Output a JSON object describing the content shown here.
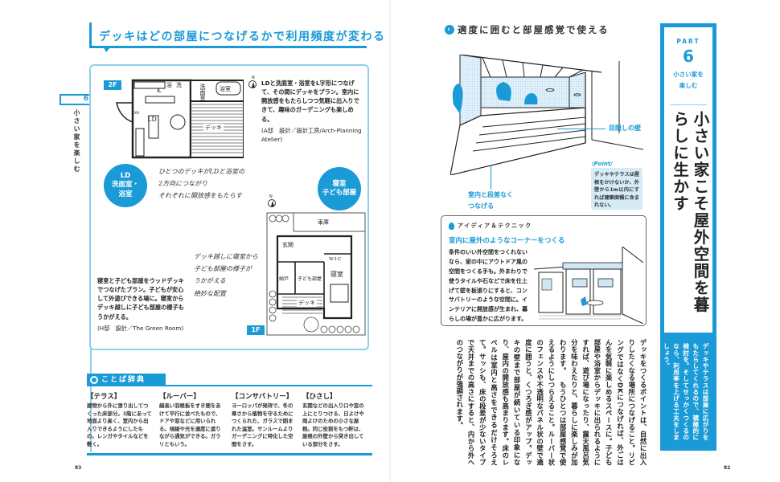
{
  "left_page": {
    "page_number": "83",
    "side_tab": {
      "number": "6",
      "label": "小さい家を楽しむ"
    },
    "heading": "デッキはどの部屋につなげるかで利用頻度が変わる",
    "plan_2f": {
      "floor_tag": "2F",
      "badge_lines": [
        "LD",
        "洗面室・",
        "浴室"
      ],
      "rooms": {
        "k": "K",
        "ld": "LD",
        "bath1": "浴",
        "bath2": "洗",
        "washroom": "洗面室",
        "bathroom": "浴室",
        "deck": "デッキ",
        "dn": "DN"
      },
      "caption": "LDと洗面室・浴室をL字形につなげて、その間にデッキをプラン。室内に開放感をもたらしつつ気軽に出入りできて、趣味のガーデニングも楽しめる。",
      "credit": "(A邸　設計／設計工房/Arch-Planning Atelier)",
      "handnote": [
        "ひとつのデッキがLDと浴室の",
        "2方向につながり",
        "それぞれに開放感をもたらす"
      ]
    },
    "plan_1f": {
      "floor_tag": "1F",
      "badge_lines": [
        "寝室",
        "子ども部屋"
      ],
      "rooms": {
        "garage": "車庫",
        "entry": "玄関",
        "storage": "納戸",
        "kids": "子ども部屋",
        "wic": "W-I-C",
        "bedroom": "寝室",
        "deck": "デッキ"
      },
      "caption": "寝室と子ども部屋をウッドデッキでつなげたプラン。子どもが安心して外遊びできる場に。寝室からデッキ越しに子ども部屋の様子もうかがえる。",
      "credit": "(H邸　設計／The Green Room)",
      "handnote": [
        "デッキ越しに寝室から",
        "子ども部屋の様子が",
        "うかがえる",
        "絶妙な配置"
      ]
    },
    "glossary": {
      "title": "ことば辞典",
      "entries": [
        {
          "term": "【テラス】",
          "definition": "建物から外に張り出してつくった床部分。1階にあって地面より高く、室内から出入りできるようにしたもの。レンガやタイルなどを敷く。"
        },
        {
          "term": "【ルーバー】",
          "definition": "細長い羽根板をすき間をあけて平行に並べたもので、ドアや窓などに用いられる。視線や光を適度に遮りながら通気ができる。ガラリともいう。"
        },
        {
          "term": "【コンサバトリー】",
          "definition": "ヨーロッパが発祥で、冬の寒さから植物を守るためにつくられた、ガラスで囲まれた温室。サンルームよりガーデニングに特化した空間をさす。"
        },
        {
          "term": "【ひさし】",
          "definition": "玄関などの出入り口や窓の上にとりつける、日よけや雨よけのための小さな屋根。同じ役割をもつ軒は、屋根の外壁から突き出している部分をさす。"
        }
      ]
    }
  },
  "right_page": {
    "page_number": "82",
    "heading": "適度に囲むと部屋感覚で使える",
    "callouts": {
      "screen_wall": "目隠しの壁",
      "no_step": [
        "室内と段差なく",
        "つなげる"
      ]
    },
    "point": {
      "label": "\\Point/",
      "text": "デッキやテラスは屋根をかけないか、外壁から1m以内にすれば建築面積に含まれない。"
    },
    "idea": {
      "header": "アイディア＆テクニック",
      "title": "室内に屋外のようなコーナーをつくる",
      "text": "条件のいい外空間をつくれないなら、家の中にアウトドア風の空間をつくる手も。外まわりで使うタイルや石などで床を仕上げて壁を板張りにすると、コンサバトリーのような空間に。インテリアに開放感が生まれ、暮らしの場が豊かに広がります。"
    },
    "body": "デッキをつくるポイントは、自然に出入りしたくなる場所につなげること。リビングではなくDKにつなげれば、外ごはんを気軽に楽しめるスペースに。子ども部屋や浴室からデッキに出られるようにすれば、遊び場になったり、露天風呂気分を味わえたりと、暮らしに楽しみが加わります。　もうひとつは部屋感覚で使えるようにしつらえること。ルーバー状のフェンスや不透明なパネル状の壁で適度に囲うと、くつろぎ感がアップ。デッキの壁まで部屋が続いている印象になり、屋内の開放感も高まります。床のレベルは室内と高さをできるだけそろえて。サッシも、床の段差が少ないタイプで天井までの高さにすると、内から外へのつながりが強調されます。",
    "chapter": {
      "part_label": "PART",
      "part_number": "6",
      "part_name": [
        "小さい家を",
        "楽しむ"
      ],
      "title": "小さい家こそ屋外空間を暮らしに生かす",
      "lead": "デッキやテラスは部屋に広がりをもたらしてくれるので、積極的に検討を。そしてせっかくつくるのなら、利用率を上げる工夫をしましょう。"
    }
  },
  "colors": {
    "accent": "#1a9ad6",
    "accent_light": "#8fcfe9",
    "point_bg": "#d5ecf7",
    "text": "#222222"
  }
}
